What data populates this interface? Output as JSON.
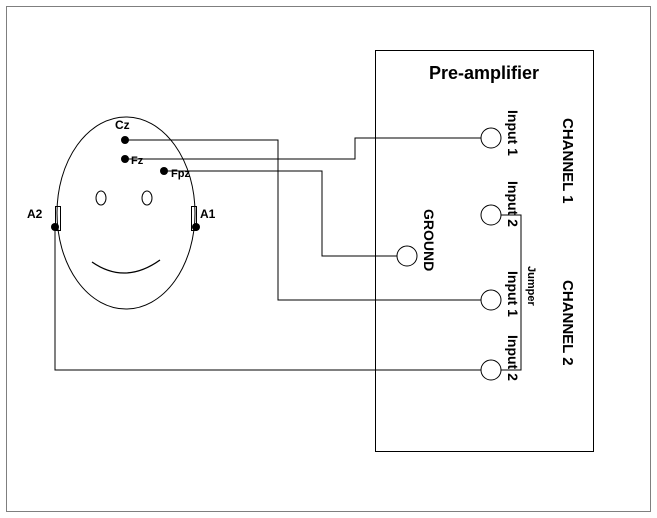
{
  "title": "Pre-amplifier",
  "electrodes": {
    "cz": "Cz",
    "fz": "Fz",
    "fpz": "Fpz",
    "a1": "A1",
    "a2": "A2"
  },
  "inputs": {
    "ch1_input1": "Input 1",
    "ch1_input2": "Input 2",
    "ground": "GROUND",
    "ch2_input1": "Input 1",
    "ch2_input2": "Input 2"
  },
  "channels": {
    "channel1": "CHANNEL 1",
    "channel2": "CHANNEL 2"
  },
  "jumper": "Jumper",
  "colors": {
    "line": "#000000",
    "border": "#7f7f7f",
    "background": "#ffffff"
  }
}
